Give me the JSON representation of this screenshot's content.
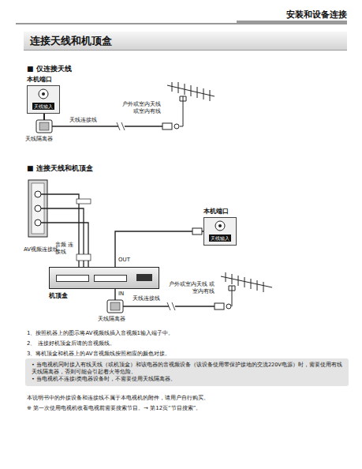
{
  "diagram": {
    "title": "连接天线和机顶盒",
    "nodes": [
      {
        "text": [
          "本机端口",
          "天线输入"
        ]
      },
      {
        "text": [
          "本机端口",
          "天线输入"
        ]
      },
      {
        "text": [
          "机顶盒"
        ]
      },
      {
        "text": [
          "• 当电视机同时接入有线天线（或机顶盒）和该电器的音视频设备（该设备使用带保护接地的交流220V电源）时，需要使用有线天线隔离器，否则可能会引起着火等危险。",
          "• 当电视机不连接i类电器设备时，不需要使用天线隔离器。"
        ]
      }
    ],
    "edges": [
      {
        "from": 2,
        "to": 1,
        "arrow": "none"
      }
    ],
    "labels": [
      "安装和设备连接",
      "■ 仅连接天线",
      "天线连接线",
      "户外或室内天线 或室内有线",
      "天线隔离器",
      "■ 连接天线和机顶盒",
      "AV视频连接线",
      "音频 连接线",
      "OUT",
      "IN",
      "天线连接线",
      "户外或室内天线 或室内有线",
      "天线隔离器",
      "1、按照机器上的图示将AV视频线插入音视频1输入端子中。",
      "2、 连接好机顶盒后请的音视频线。",
      "3、将机顶盒和机器上的AV音视频线按照相应的颜色对接。",
      "本说明书中的外接设备和连接线不属于本电视机的附件，请用户自行购买。",
      "※ 第一次使用电视机收看电视前需要搜索节目。→ 第12页“节目搜索”。"
    ]
  }
}
